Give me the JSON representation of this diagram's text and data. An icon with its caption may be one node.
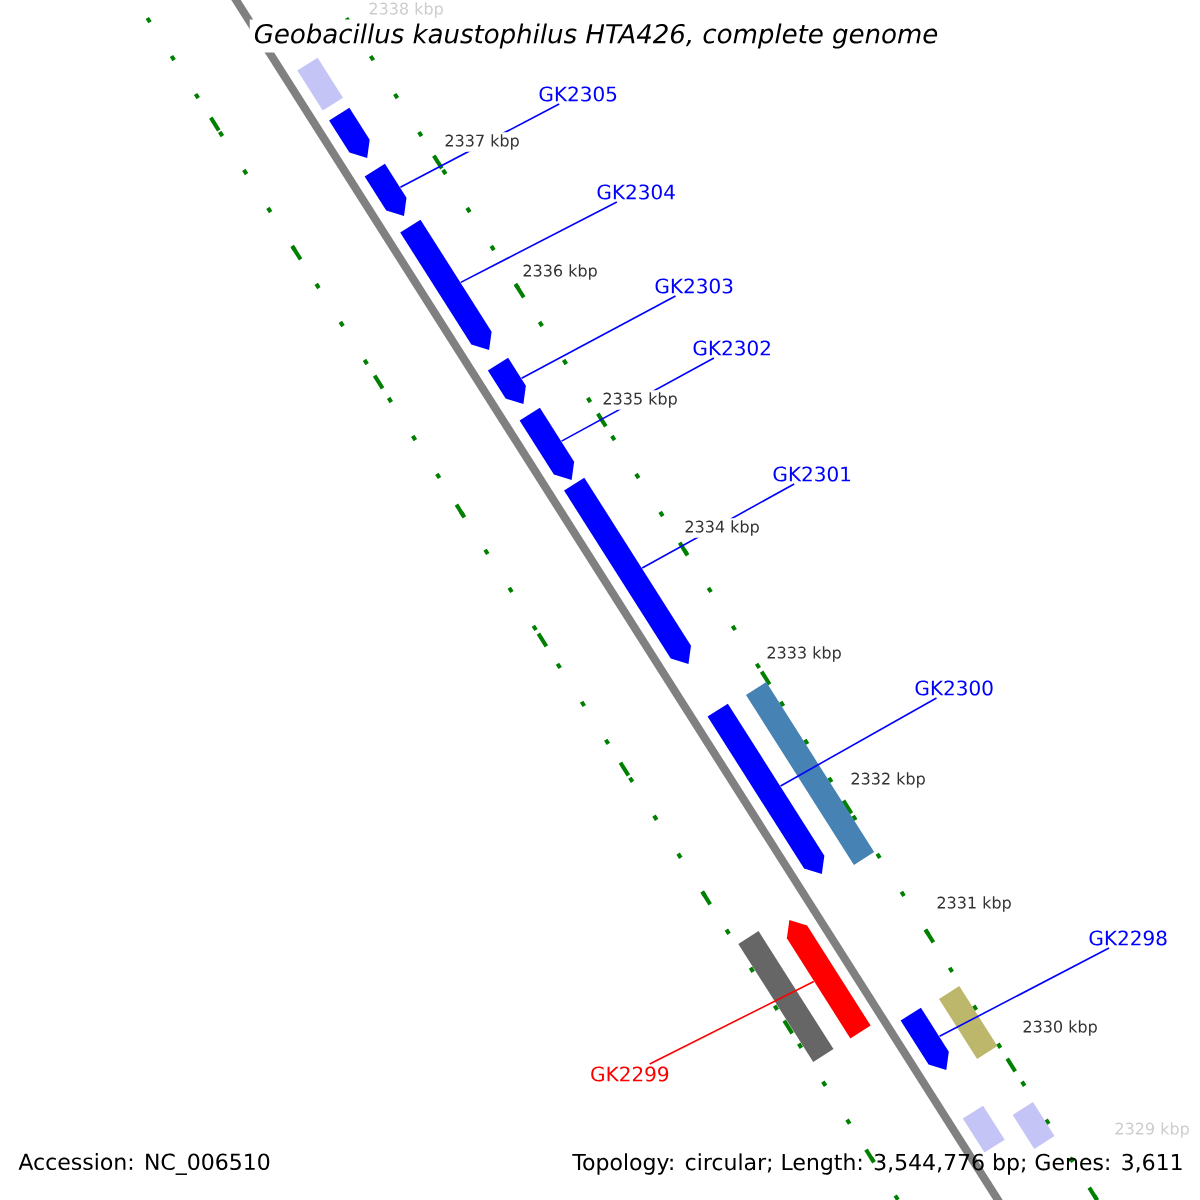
{
  "diagram": {
    "title": "*Geobacillus kaustophilus* HTA426, complete genome",
    "nodes": [
      {
        "text": [
          "GK2305"
        ]
      },
      {
        "text": [],
        "shape": "bar"
      },
      {
        "text": [
          "GK2304"
        ]
      },
      {
        "text": [],
        "shape": "bar"
      },
      {
        "text": [
          "GK2303"
        ]
      },
      {
        "text": [],
        "shape": "bar"
      },
      {
        "text": [
          "GK2302"
        ]
      },
      {
        "text": [],
        "shape": "bar"
      },
      {
        "text": [
          "GK2301"
        ]
      },
      {
        "text": [],
        "shape": "bar"
      },
      {
        "text": [
          "GK2300"
        ]
      },
      {
        "text": [],
        "shape": "bar"
      },
      {
        "text": [
          "GK2298"
        ]
      },
      {
        "text": [],
        "shape": "bar"
      },
      {
        "text": [
          "GK2299"
        ]
      },
      {
        "text": [],
        "shape": "bar"
      },
      {
        "text": [],
        "shape": "bar"
      },
      {
        "text": [],
        "shape": "bar"
      },
      {
        "text": [],
        "shape": "bar"
      },
      {
        "text": [],
        "shape": "bar"
      },
      {
        "text": [],
        "shape": "bar"
      },
      {
        "text": [],
        "shape": "bar"
      },
      {
        "text": [],
        "shape": "bar"
      }
    ],
    "edges": [
      {
        "from": 0,
        "to": 1,
        "arrow": "none"
      },
      {
        "from": 2,
        "to": 3,
        "arrow": "none"
      },
      {
        "from": 4,
        "to": 5,
        "arrow": "none"
      },
      {
        "from": 6,
        "to": 7,
        "arrow": "none"
      },
      {
        "from": 8,
        "to": 9,
        "arrow": "none"
      },
      {
        "from": 10,
        "to": 11,
        "arrow": "none"
      },
      {
        "from": 12,
        "to": 13,
        "arrow": "none"
      },
      {
        "from": 14,
        "to": 15,
        "arrow": "none",
        "color": "#ff0000"
      }
    ],
    "labels": [
      "2338 kbp",
      "2337 kbp",
      "2336 kbp",
      "2335 kbp",
      "2334 kbp",
      "2333 kbp",
      "2332 kbp",
      "2331 kbp",
      "2330 kbp",
      "2329 kbp",
      "Accession: NC_006510",
      "Topology: circular; Length: 3,544,776 bp; Genes: 3,611"
    ]
  }
}
